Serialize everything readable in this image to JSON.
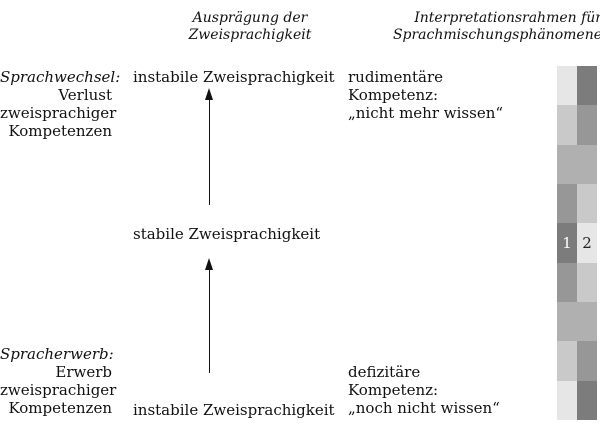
{
  "header": {
    "col_middle": [
      "Ausprägung der",
      "Zweisprachigkeit"
    ],
    "col_right": [
      "Interpretationsrahmen für",
      "Sprachmischungsphänomene"
    ]
  },
  "left": {
    "top": {
      "title": "Sprachwechsel:",
      "lines": [
        "Verlust",
        "zweisprachiger",
        "Kompetenzen"
      ]
    },
    "bottom": {
      "title": "Spracherwerb:",
      "lines": [
        "Erwerb",
        "zweisprachiger",
        "Kompetenzen"
      ]
    }
  },
  "middle": {
    "top": "instabile Zweisprachigkeit",
    "stable": "stabile Zweisprachigkeit",
    "bottom": "instabile Zweisprachigkeit"
  },
  "right": {
    "top": [
      "rudimentäre",
      "Kompetenz:",
      "„nicht mehr wissen“"
    ],
    "bottom": [
      "defizitäre",
      "Kompetenz:",
      "„noch nicht wissen“"
    ]
  },
  "strip": {
    "labels": [
      "1",
      "2"
    ],
    "left_column_colors": [
      "#e6e6e6",
      "#c9c9c9",
      "#b0b0b0",
      "#979797",
      "#7c7c7c",
      "#979797",
      "#b0b0b0",
      "#c9c9c9",
      "#e6e6e6"
    ],
    "right_column_colors": [
      "#7c7c7c",
      "#979797",
      "#b0b0b0",
      "#c9c9c9",
      "#e6e6e6",
      "#c9c9c9",
      "#b0b0b0",
      "#979797",
      "#7c7c7c"
    ],
    "label_color_1": "#ffffff",
    "label_color_2": "#222222"
  }
}
